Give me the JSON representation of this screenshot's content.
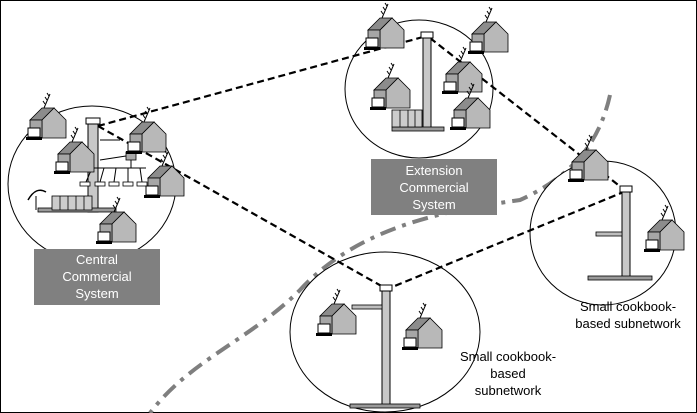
{
  "labels": {
    "central": [
      "Central",
      "Commercial",
      "System"
    ],
    "extension": [
      "Extension",
      "Commercial",
      "System"
    ],
    "subnet_right": [
      "Small cookbook-",
      "based subnetwork"
    ],
    "subnet_bottom": [
      "Small cookbook-",
      "based",
      "subnetwork"
    ]
  },
  "colors": {
    "label_box": "#808080",
    "house_roof": "#9a9a9a",
    "house_wall": "#b3b3b3",
    "line": "#000000",
    "boundary": "#7f7f7f"
  }
}
